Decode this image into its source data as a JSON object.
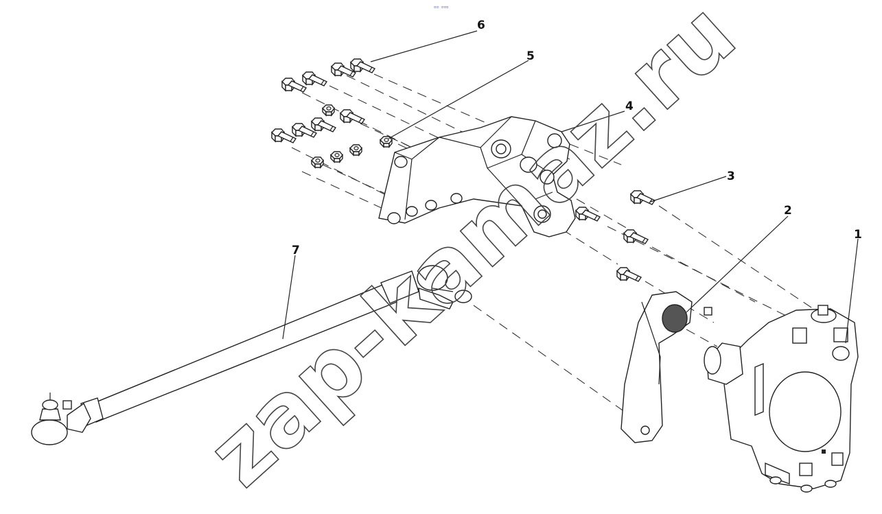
{
  "top_mark": "▫▫ ▫▫▫",
  "watermark": "zap-kamaz.ru",
  "callouts": [
    {
      "label": "1"
    },
    {
      "label": "2"
    },
    {
      "label": "3"
    },
    {
      "label": "4"
    },
    {
      "label": "5"
    },
    {
      "label": "6"
    },
    {
      "label": "7"
    }
  ]
}
